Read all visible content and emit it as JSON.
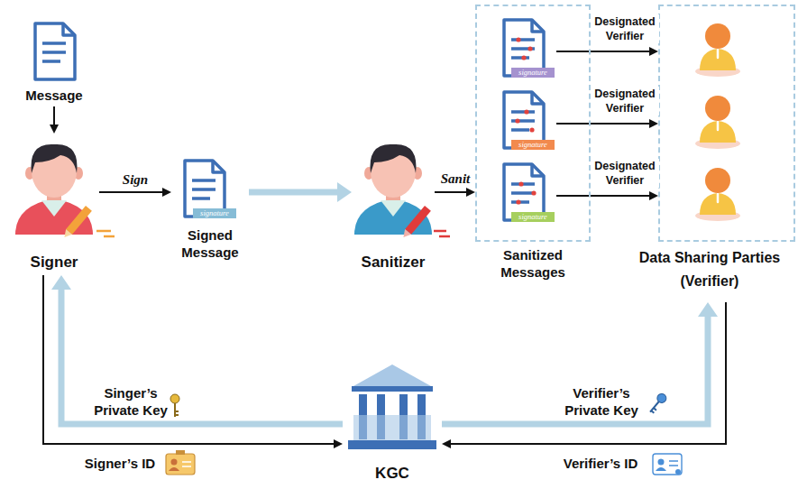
{
  "diagram": {
    "nodes": [
      {
        "text": [
          "Message"
        ]
      },
      {
        "text": [
          "Signer"
        ]
      },
      {
        "text": [
          "signature",
          "Signed Message"
        ]
      },
      {
        "text": [
          "Sanitizer"
        ]
      },
      {
        "text": [
          "Sanitized Messages"
        ]
      },
      {
        "text": [
          "signature"
        ],
        "in": 4
      },
      {
        "text": [
          "signature"
        ],
        "in": 4
      },
      {
        "text": [
          "signature"
        ],
        "in": 4
      },
      {
        "text": [
          "Data Sharing Parties (Verifier)"
        ]
      },
      {
        "text": [
          "KGC"
        ]
      }
    ],
    "edges": [
      {
        "from": 0,
        "to": 1,
        "arrow": "to"
      },
      {
        "from": 1,
        "to": 2,
        "label": "Sign",
        "arrow": "to"
      },
      {
        "from": 2,
        "to": 3,
        "arrow": "to"
      },
      {
        "from": 3,
        "to": 4,
        "label": "Sanit",
        "arrow": "to"
      },
      {
        "from": 5,
        "to": 8,
        "label": "Designated Verifier",
        "arrow": "to"
      },
      {
        "from": 6,
        "to": 8,
        "label": "Designated Verifier",
        "arrow": "to"
      },
      {
        "from": 7,
        "to": 8,
        "label": "Designated Verifier",
        "arrow": "to"
      },
      {
        "from": 9,
        "to": 1,
        "label": "Singer’s Private Key",
        "arrow": "to"
      },
      {
        "from": 1,
        "to": 9,
        "label": "Signer’s ID",
        "arrow": "to"
      },
      {
        "from": 9,
        "to": 8,
        "label": "Verifier’s Private Key",
        "arrow": "to"
      },
      {
        "from": 8,
        "to": 9,
        "label": "Verifier’s ID",
        "arrow": "to"
      }
    ]
  }
}
